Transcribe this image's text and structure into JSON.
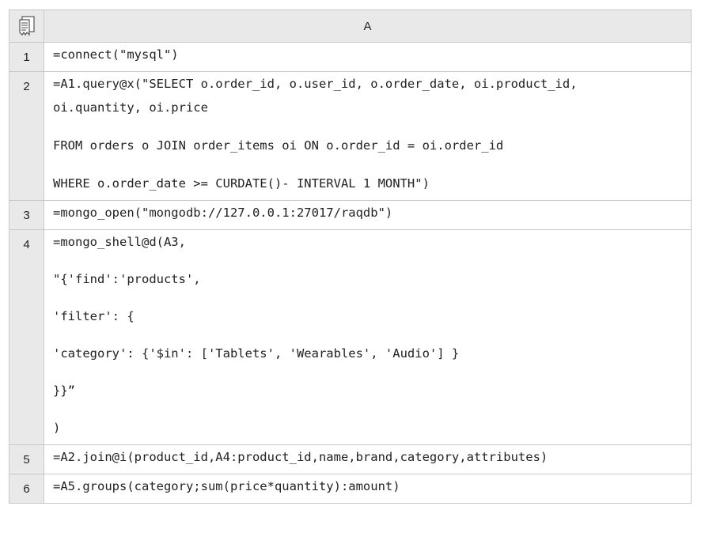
{
  "header": {
    "corner_icon": "document-list-icon",
    "column_label": "A"
  },
  "rows": [
    {
      "num": "1",
      "lines": [
        "=connect(\"mysql\")"
      ]
    },
    {
      "num": "2",
      "lines": [
        "=A1.query@x(\"SELECT o.order_id, o.user_id, o.order_date, oi.product_id,",
        "oi.quantity, oi.price",
        "FROM orders o JOIN order_items oi ON o.order_id = oi.order_id",
        "WHERE o.order_date >= CURDATE()- INTERVAL 1 MONTH\")"
      ]
    },
    {
      "num": "3",
      "lines": [
        "=mongo_open(\"mongodb://127.0.0.1:27017/raqdb\")"
      ]
    },
    {
      "num": "4",
      "lines": [
        "=mongo_shell@d(A3,",
        "\"{'find':'products',",
        "'filter': {",
        "'category': {'$in': ['Tablets', 'Wearables', 'Audio'] }",
        "}}”",
        ")"
      ]
    },
    {
      "num": "5",
      "lines": [
        "=A2.join@i(product_id,A4:product_id,name,brand,category,attributes)"
      ]
    },
    {
      "num": "6",
      "lines": [
        "=A5.groups(category;sum(price*quantity):amount)"
      ]
    }
  ]
}
